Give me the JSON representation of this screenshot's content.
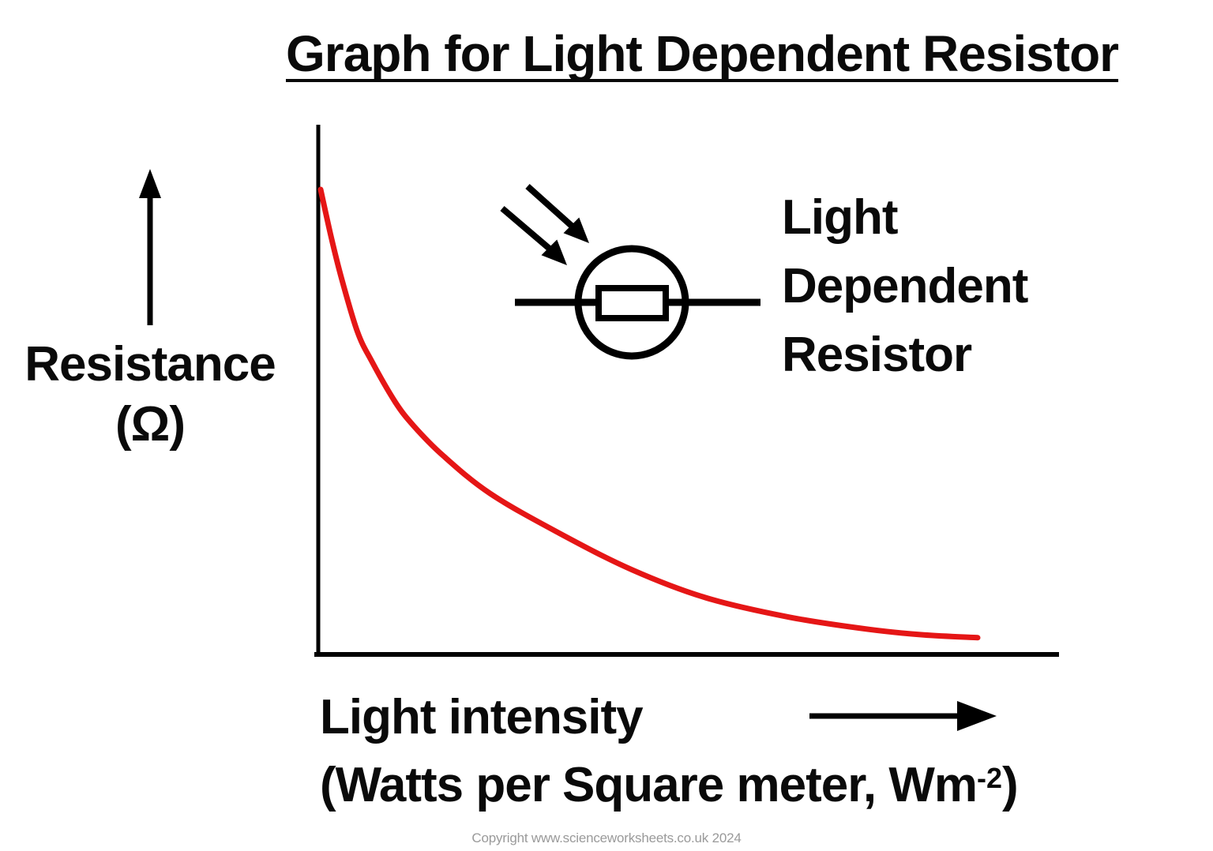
{
  "page": {
    "background_color": "#ffffff",
    "title": "Graph for Light Dependent Resistor",
    "copyright": "Copyright www.scienceworksheets.co.uk 2024"
  },
  "y_axis_label": {
    "line1": "Resistance",
    "line2": "(Ω)"
  },
  "x_axis_label": {
    "line1": "Light intensity",
    "line2_prefix": "(Watts per Square meter, Wm",
    "line2_superscript": "-2",
    "line2_suffix": ")"
  },
  "ldr_symbol": {
    "label_line1": "Light",
    "label_line2": "Dependent",
    "label_line3": "Resistor"
  },
  "colors": {
    "curve": "#e51616",
    "axis": "#000000",
    "text": "#0a0a0a",
    "copyright_text": "#9a9a9a"
  },
  "chart_data": {
    "type": "line",
    "title": "Graph for Light Dependent Resistor",
    "xlabel": "Light intensity (Watts per Square meter, Wm⁻²)",
    "ylabel": "Resistance (Ω)",
    "grid": false,
    "legend": "none",
    "axis_numeric_ticks": "none — qualitative sketch graph, axes show direction arrows only",
    "trend": "Resistance falls steeply at low light intensity and levels off (asymptotically) at high light intensity — inverse / exponential-decay shape",
    "series": [
      {
        "name": "LDR resistance vs light intensity",
        "color": "#e51616",
        "points_normalized": [
          [
            0.0,
            1.0
          ],
          [
            0.016,
            0.898
          ],
          [
            0.032,
            0.808
          ],
          [
            0.056,
            0.694
          ],
          [
            0.078,
            0.63
          ],
          [
            0.114,
            0.542
          ],
          [
            0.142,
            0.491
          ],
          [
            0.186,
            0.428
          ],
          [
            0.258,
            0.346
          ],
          [
            0.363,
            0.261
          ],
          [
            0.474,
            0.182
          ],
          [
            0.586,
            0.122
          ],
          [
            0.714,
            0.08
          ],
          [
            0.834,
            0.054
          ],
          [
            0.918,
            0.042
          ],
          [
            1.0,
            0.036
          ]
        ]
      }
    ]
  }
}
